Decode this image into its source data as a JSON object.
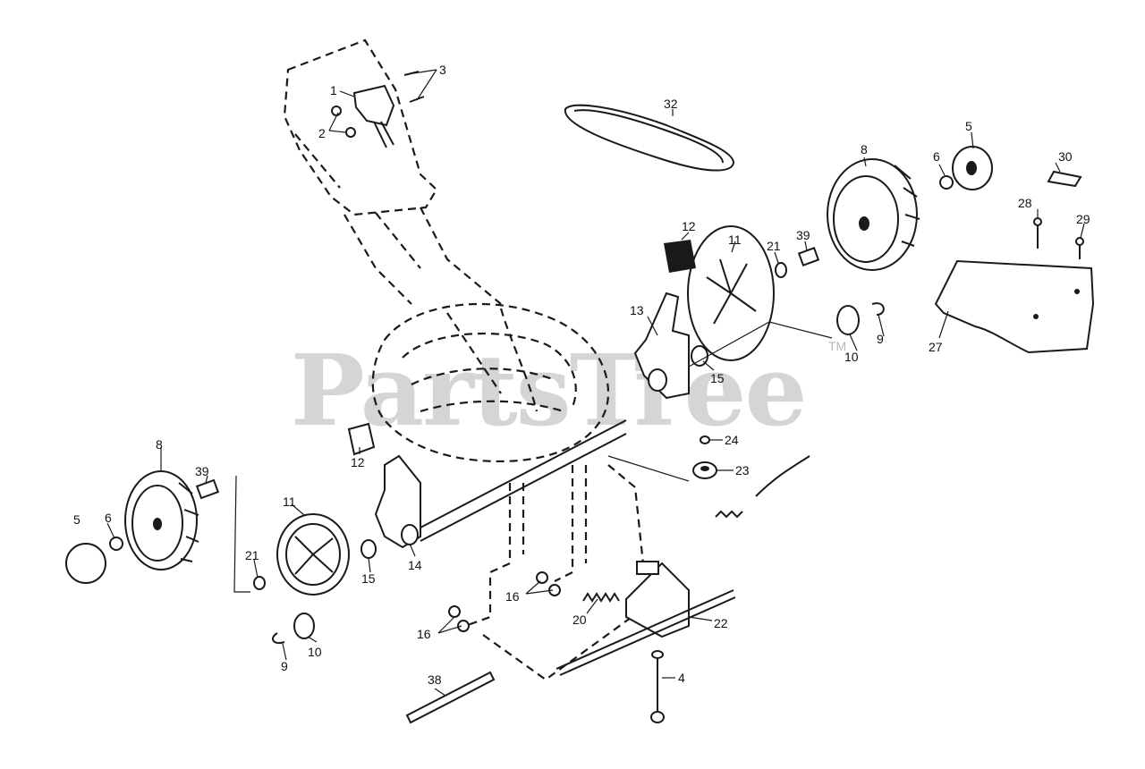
{
  "watermark": {
    "brand": "PartsTree",
    "trademark": "TM"
  },
  "callouts": {
    "c1": "1",
    "c2": "2",
    "c3": "3",
    "c4": "4",
    "c5a": "5",
    "c5b": "5",
    "c6a": "6",
    "c6b": "6",
    "c8a": "8",
    "c8b": "8",
    "c9a": "9",
    "c9b": "9",
    "c10a": "10",
    "c10b": "10",
    "c11a": "11",
    "c11b": "11",
    "c12a": "12",
    "c12b": "12",
    "c13": "13",
    "c14": "14",
    "c15a": "15",
    "c15b": "15",
    "c16a": "16",
    "c16b": "16",
    "c20": "20",
    "c21a": "21",
    "c21b": "21",
    "c22": "22",
    "c23": "23",
    "c24": "24",
    "c27": "27",
    "c28": "28",
    "c29": "29",
    "c30": "30",
    "c32": "32",
    "c38": "38",
    "c39a": "39",
    "c39b": "39"
  }
}
